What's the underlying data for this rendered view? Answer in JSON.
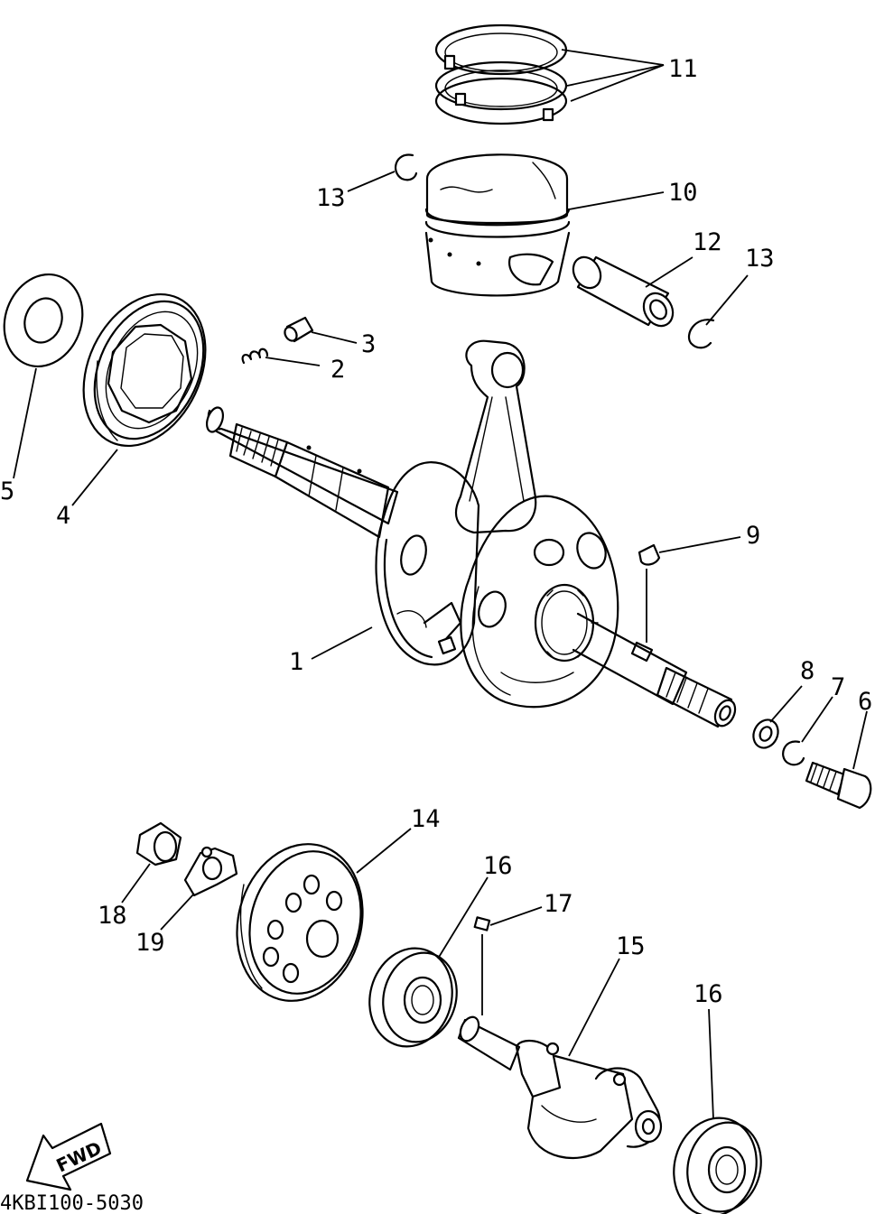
{
  "diagram": {
    "part_code": "4KBI100-5030",
    "fwd_label": "FWD",
    "callouts": {
      "p1": "1",
      "p2": "2",
      "p3": "3",
      "p4": "4",
      "p5": "5",
      "p6": "6",
      "p7": "7",
      "p8": "8",
      "p9": "9",
      "p10": "10",
      "p11": "11",
      "p12": "12",
      "p13a": "13",
      "p13b": "13",
      "p14": "14",
      "p15": "15",
      "p16a": "16",
      "p16b": "16",
      "p17": "17",
      "p18": "18",
      "p19": "19"
    }
  }
}
